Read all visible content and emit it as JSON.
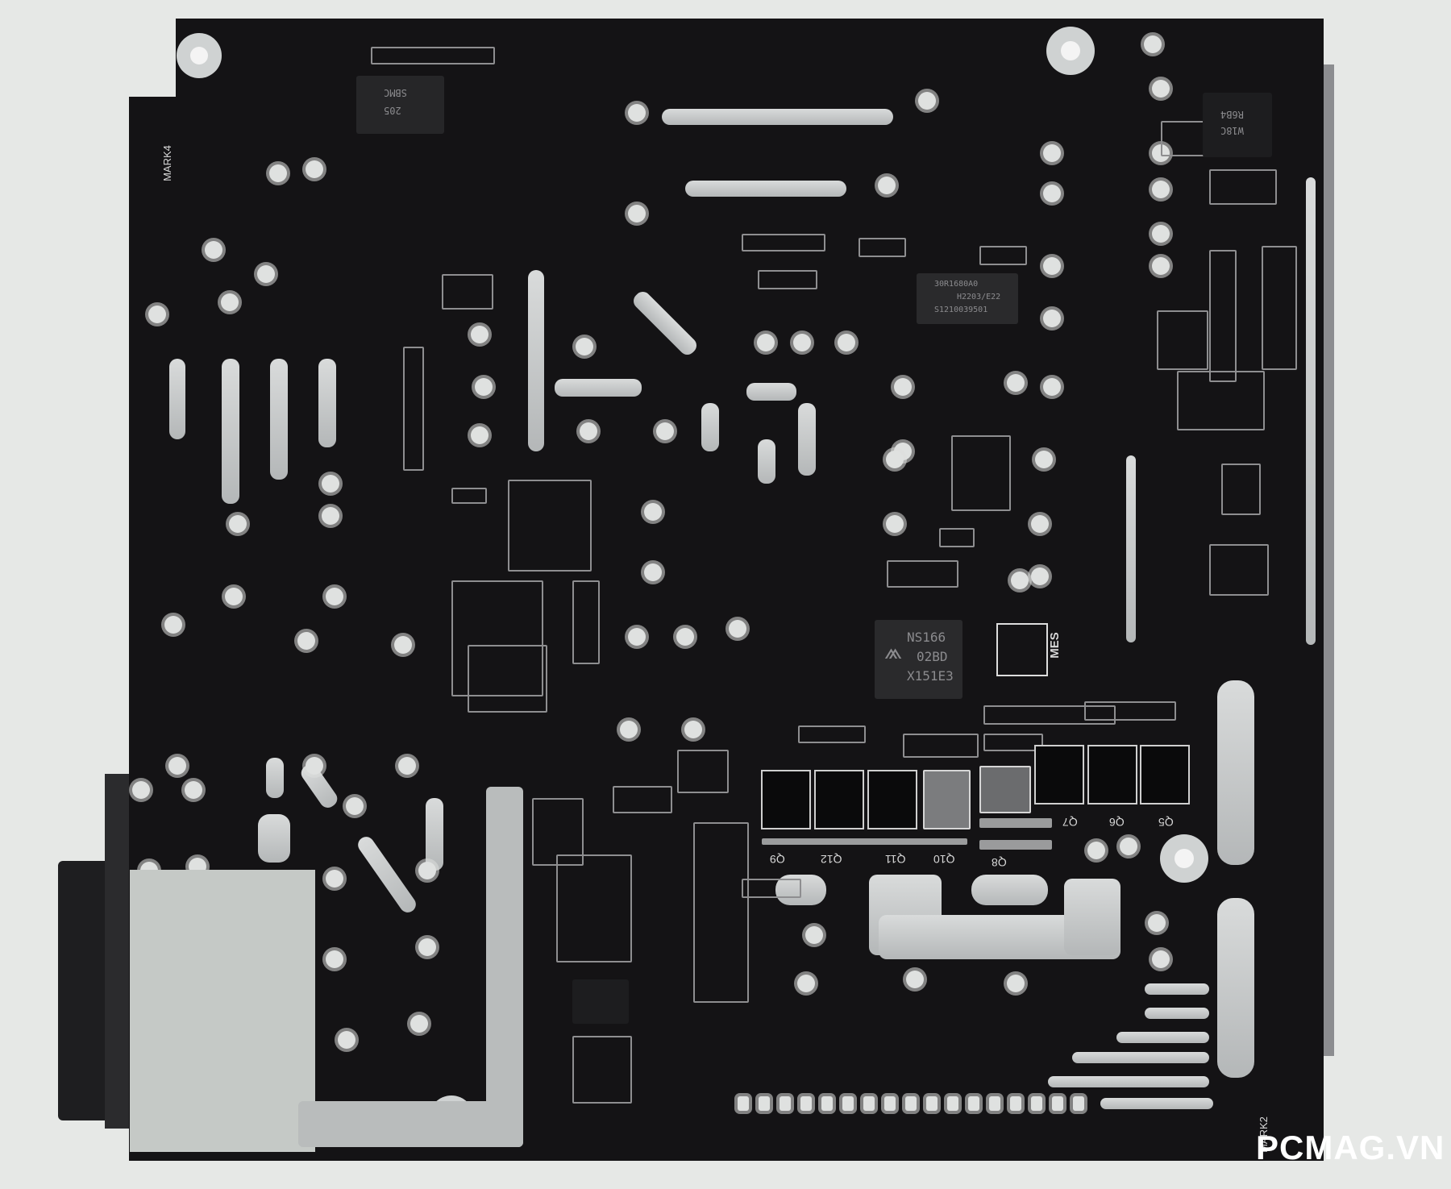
{
  "board": {
    "silkscreen": {
      "mark_top_left": "MARK4",
      "mark_bottom_right": "MARK2",
      "mes_label": "MES",
      "transistor_labels": [
        "Q9",
        "Q12",
        "Q11",
        "Q10",
        "Q8",
        "Q7",
        "Q6",
        "Q5"
      ]
    },
    "chips": {
      "controller": {
        "lines": [
          "NS166",
          "02BD",
          "X151E3"
        ]
      },
      "sop8": {
        "lines": [
          "30R1680A0",
          "H2203/E22",
          "S1210039501"
        ]
      },
      "diode": {
        "lines": [
          "SBMC",
          "205"
        ]
      },
      "top_right_ic": {
        "lines": [
          "R6B4",
          "W18C"
        ]
      }
    },
    "colors": {
      "board": "#141315",
      "solder": "#d9dbdb",
      "background": "#e6e8e6"
    }
  },
  "watermark": "PCMAG.VN"
}
